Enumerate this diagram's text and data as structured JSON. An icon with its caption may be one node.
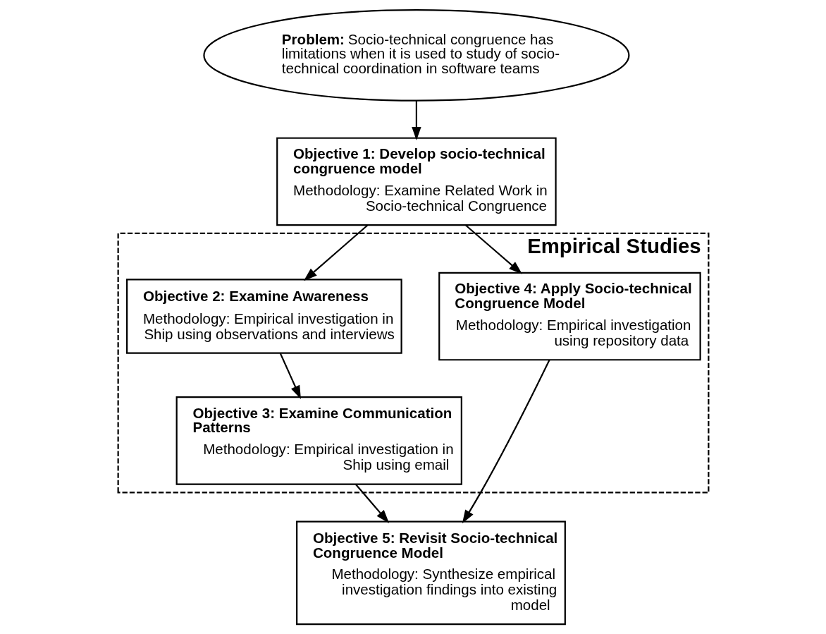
{
  "diagram": {
    "nodes": [
      {
        "text": [
          "**Problem:** Socio-technical congruence has limitations when it is used to study of socio-technical coordination in software teams"
        ]
      },
      {
        "text": [
          "Objective 1: Develop socio-technical congruence model",
          "Methodology: Examine Related Work in Socio-technical Congruence"
        ]
      },
      {
        "text": [
          "Empirical Studies"
        ]
      },
      {
        "text": [
          "Objective 2: Examine Awareness",
          "Methodology: Empirical investigation in Ship using observations and interviews"
        ],
        "in": 2
      },
      {
        "text": [
          "Objective 3: Examine Communication Patterns",
          "Methodology: Empirical investigation in Ship using email"
        ],
        "in": 2
      },
      {
        "text": [
          "Objective 4: Apply Socio-technical Congruence Model",
          "Methodology: Empirical investigation using repository data"
        ],
        "in": 2
      },
      {
        "text": [
          "Objective 5: Revisit Socio-technical Congruence Model",
          "Methodology: Synthesize empirical investigation findings into existing model"
        ]
      }
    ],
    "edges": [
      {
        "from": 0,
        "to": 1,
        "arrow": "to"
      },
      {
        "from": 1,
        "to": 3,
        "arrow": "to"
      },
      {
        "from": 1,
        "to": 5,
        "arrow": "to"
      },
      {
        "from": 3,
        "to": 4,
        "arrow": "to"
      },
      {
        "from": 4,
        "to": 6,
        "arrow": "to"
      },
      {
        "from": 5,
        "to": 6,
        "arrow": "to"
      }
    ]
  }
}
